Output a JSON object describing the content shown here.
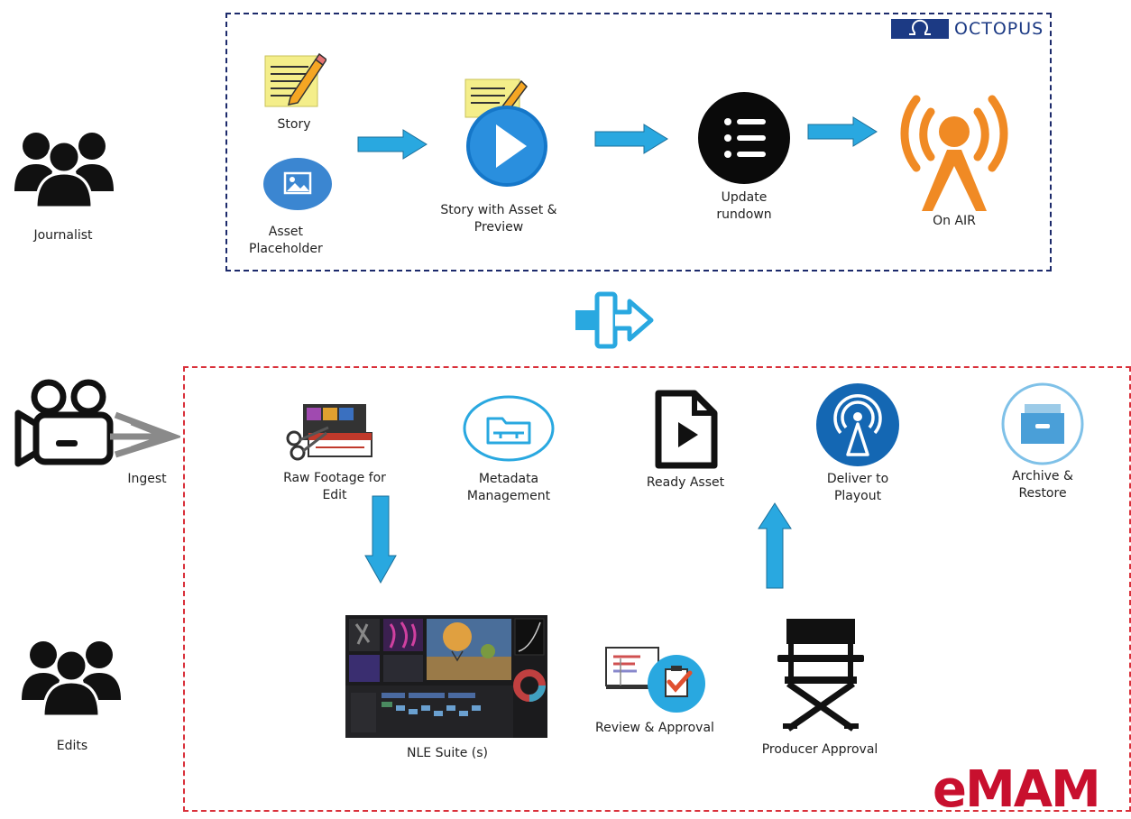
{
  "actors": {
    "journalist": "Journalist",
    "edits": "Edits",
    "ingest": "Ingest"
  },
  "octopus": {
    "logo_text": "OCTOPUS",
    "story": "Story",
    "asset_placeholder": [
      "Asset",
      "Placeholder"
    ],
    "story_with_asset": [
      "Story with Asset &",
      "Preview"
    ],
    "update_rundown": [
      "Update",
      "rundown"
    ],
    "on_air": "On AIR"
  },
  "emam": {
    "logo_text": "eMAM",
    "raw_footage": [
      "Raw Footage for",
      "Edit"
    ],
    "metadata": [
      "Metadata",
      "Management"
    ],
    "ready_asset": "Ready Asset",
    "deliver": [
      "Deliver to",
      "Playout"
    ],
    "archive": [
      "Archive &",
      "Restore"
    ],
    "nle_suite": "NLE Suite (s)",
    "review": "Review & Approval",
    "producer": "Producer Approval"
  },
  "colors": {
    "arrow": "#29a8e0",
    "octopus_border": "#1c2a6b",
    "emam_border": "#d9303a",
    "on_air": "#f08a24",
    "play_blue": "#1577c9",
    "brand_red": "#c8102e"
  }
}
